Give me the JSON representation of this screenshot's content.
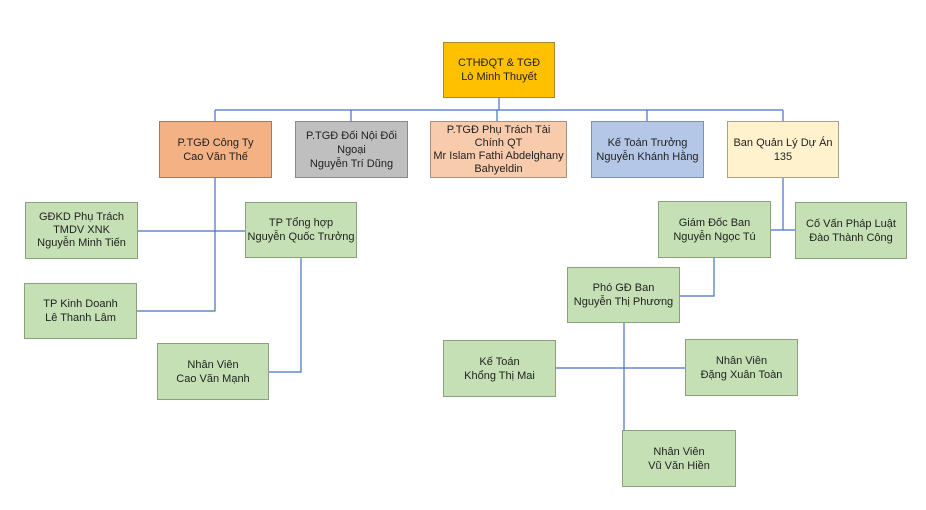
{
  "chart": {
    "root": {
      "title": "CTHĐQT & TGĐ",
      "name": "Lò Minh Thuyết"
    },
    "vp_company": {
      "title": "P.TGĐ Công Ty",
      "name": "Cao Văn Thế"
    },
    "vp_foreign": {
      "title_1": "P.TGĐ Đối Nội Đối",
      "title_2": "Ngoại",
      "name": "Nguyễn Trí Dũng"
    },
    "vp_finance": {
      "title_1": "P.TGĐ Phụ Trách Tài",
      "title_2": "Chính QT",
      "name_1": "Mr Islam Fathi Abdelghany",
      "name_2": "Bahyeldin"
    },
    "chief_accountant": {
      "title": "Kế Toán Trưởng",
      "name": "Nguyễn Khánh Hằng"
    },
    "project_board": {
      "title": "Ban Quản Lý Dự Án",
      "name": "135"
    },
    "xnk_director": {
      "title_1": "GĐKD Phụ Trách",
      "title_2": "TMDV XNK",
      "name": "Nguyễn Minh Tiến"
    },
    "general_head": {
      "title": "TP Tổng hợp",
      "name": "Nguyễn Quốc Trưởng"
    },
    "sales_head": {
      "title": "TP Kinh Doanh",
      "name": "Lê Thanh Lâm"
    },
    "staff_manh": {
      "title": "Nhân Viên",
      "name": "Cao Văn Mạnh"
    },
    "board_director": {
      "title": "Giám Đốc Ban",
      "name": "Nguyễn Ngọc Tú"
    },
    "legal_advisor": {
      "title": "Cố Vấn Pháp Luật",
      "name": "Đào Thành Công"
    },
    "deputy_director": {
      "title": "Phó GĐ Ban",
      "name": "Nguyễn Thị Phương"
    },
    "accountant": {
      "title": "Kế Toán",
      "name": "Khổng Thị Mai"
    },
    "staff_toan": {
      "title": "Nhân Viên",
      "name": "Đặng Xuân Toàn"
    },
    "staff_hien": {
      "title": "Nhân Viên",
      "name": "Vũ Văn Hiền"
    }
  },
  "colors": {
    "connector": "#4472c4",
    "root": "#ffc000",
    "vp_company": "#f4b183",
    "vp_foreign": "#bfbfbf",
    "vp_finance": "#f8cbad",
    "chief_accountant": "#b4c7e7",
    "project_board": "#fff2cc",
    "staff": "#c5e0b4"
  }
}
